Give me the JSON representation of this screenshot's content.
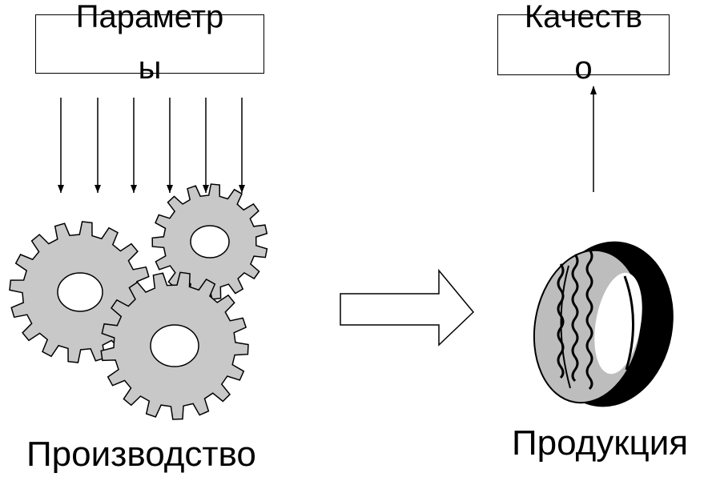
{
  "parameters_box": {
    "line1": "Параметр",
    "line2": "ы"
  },
  "quality_box": {
    "line1": "Качеств",
    "line2": "о"
  },
  "captions": {
    "production": "Производство",
    "product": "Продукция"
  },
  "icons": {
    "gears": "gears-icon",
    "tire": "tire-icon",
    "process_arrow": "block-arrow-right-icon"
  },
  "colors": {
    "gear_fill": "#c8c8c8",
    "line": "#000000",
    "background": "#ffffff"
  }
}
